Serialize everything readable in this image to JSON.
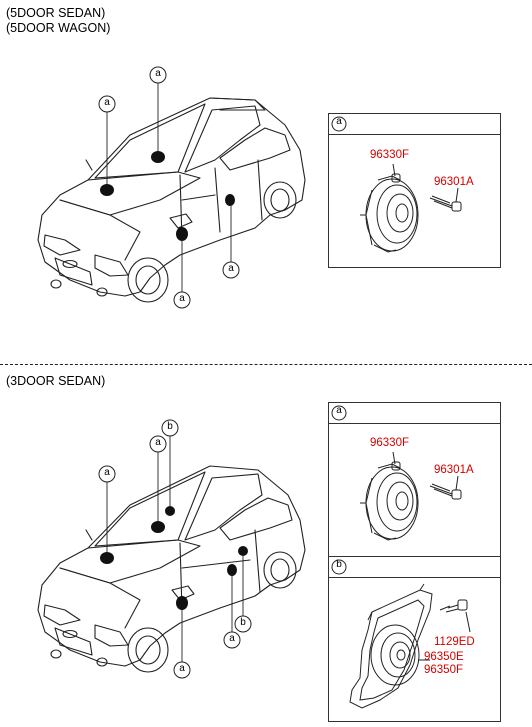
{
  "header_top": {
    "line1": "(5DOOR SEDAN)",
    "line2": "(5DOOR WAGON)"
  },
  "header_bottom": {
    "line1": "(3DOOR SEDAN)"
  },
  "callouts": {
    "a": "a",
    "b": "b"
  },
  "detail_top_a": {
    "tag": "a",
    "part_speaker": "96330F",
    "part_screw": "96301A"
  },
  "detail_bottom_a": {
    "tag": "a",
    "part_speaker": "96330F",
    "part_screw": "96301A"
  },
  "detail_bottom_b": {
    "tag": "b",
    "part_bolt": "1129ED",
    "part_tweeter_1": "96350E",
    "part_tweeter_2": "96350F"
  },
  "colors": {
    "line": "#222222",
    "part_number": "#d40000"
  }
}
